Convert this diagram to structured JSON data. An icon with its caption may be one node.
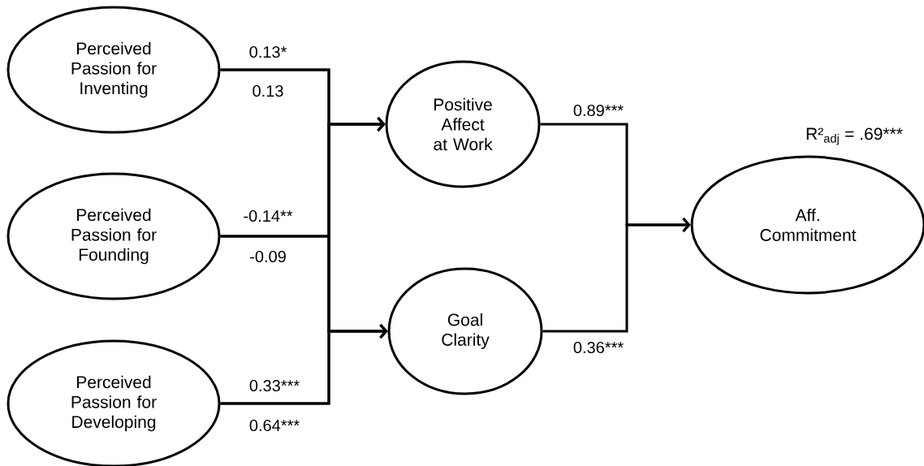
{
  "diagram": {
    "nodes": [
      {
        "text": [
          "Perceived Passion for Inventing"
        ]
      },
      {
        "text": [
          "Perceived Passion for Founding"
        ]
      },
      {
        "text": [
          "Perceived Passion for Developing"
        ]
      },
      {
        "text": [
          "Positive Affect at Work"
        ]
      },
      {
        "text": [
          "Goal Clarity"
        ]
      },
      {
        "text": [
          "Aff. Commitment"
        ],
        "beside": [
          "R²$_{adj}$ = .69***"
        ]
      }
    ],
    "edges": [
      {
        "from": 0,
        "to": 3,
        "arrow": "to",
        "label": "0.13*"
      },
      {
        "from": 0,
        "to": 4,
        "arrow": "to",
        "label": "0.13"
      },
      {
        "from": 1,
        "to": 3,
        "arrow": "to",
        "label": "-0.14**"
      },
      {
        "from": 1,
        "to": 4,
        "arrow": "to",
        "label": "-0.09"
      },
      {
        "from": 2,
        "to": 3,
        "arrow": "to",
        "label": "0.33***"
      },
      {
        "from": 2,
        "to": 4,
        "arrow": "to",
        "label": "0.64***"
      },
      {
        "from": 3,
        "to": 5,
        "arrow": "to",
        "label": "0.89***"
      },
      {
        "from": 4,
        "to": 5,
        "arrow": "to",
        "label": "0.36***"
      }
    ]
  }
}
